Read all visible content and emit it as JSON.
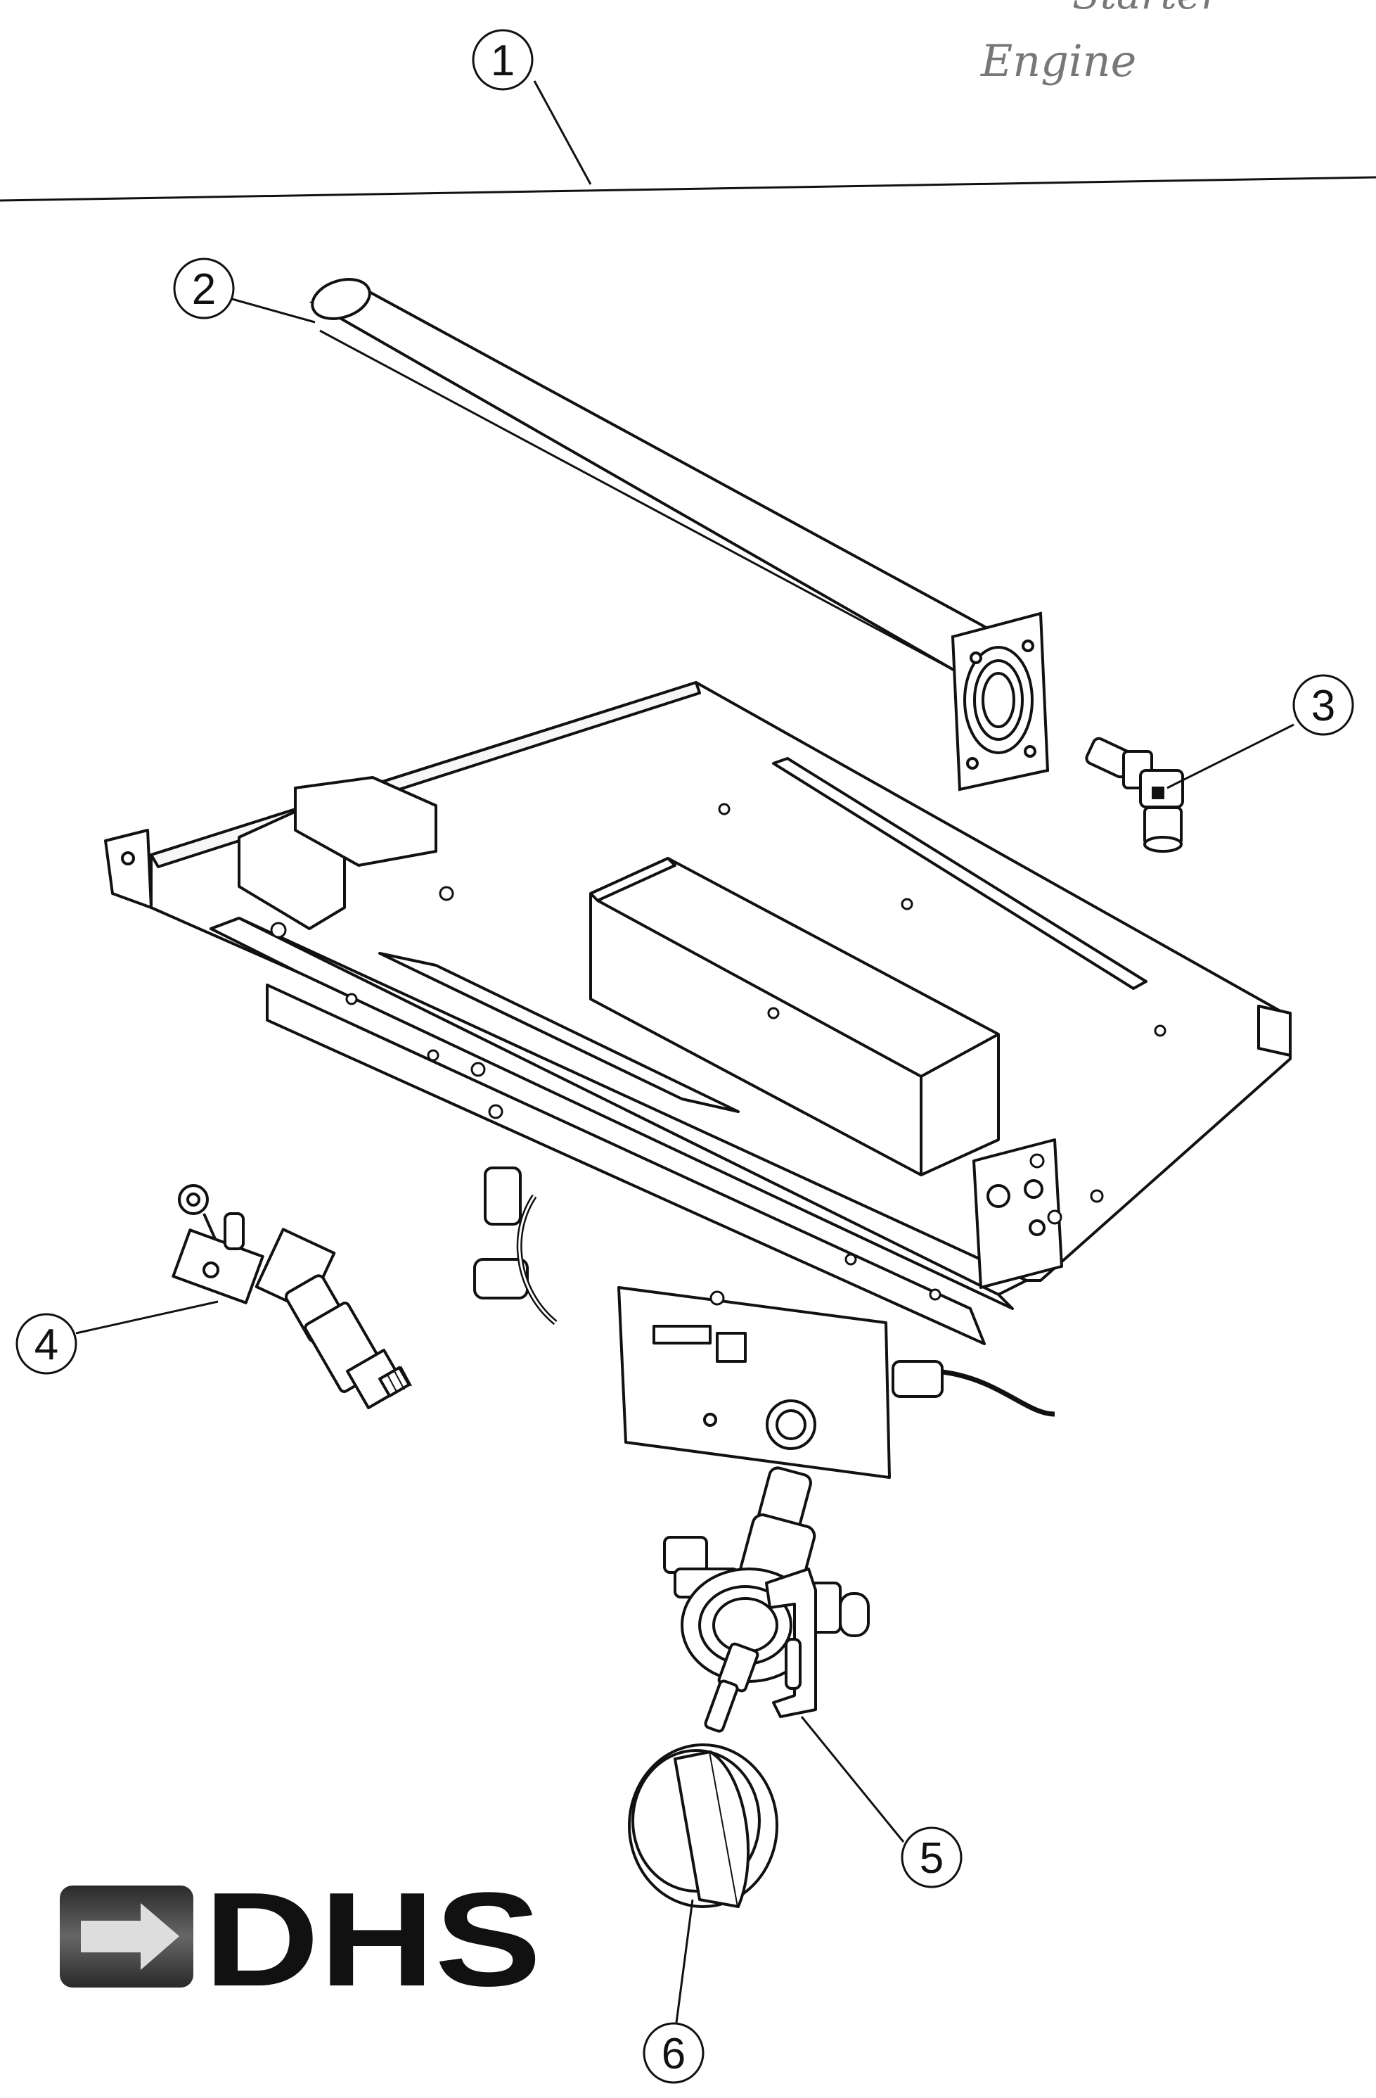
{
  "handwritten_note": {
    "line1": "Starter",
    "line2": "Engine"
  },
  "callouts": [
    {
      "number": "1",
      "part": "assembly"
    },
    {
      "number": "2",
      "part": "burner-tube"
    },
    {
      "number": "3",
      "part": "elbow-fitting"
    },
    {
      "number": "4",
      "part": "pilot-assembly"
    },
    {
      "number": "5",
      "part": "gas-valve"
    },
    {
      "number": "6",
      "part": "control-knob"
    }
  ],
  "logo": {
    "text": "DHS"
  }
}
